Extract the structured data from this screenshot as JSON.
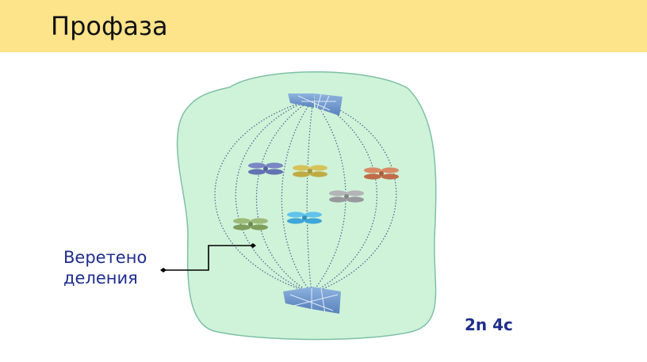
{
  "title": "Профаза",
  "spindle_label": {
    "line1": "Веретено",
    "line2": "деления"
  },
  "formula": "2n 4c",
  "colors": {
    "title_bar": "#fde38a",
    "cell_fill": "#cff3d8",
    "cell_border": "#7fbfa6",
    "centrosome": "#6b93c9",
    "spindle_fiber": "#556a9a",
    "label_text": "#1f2e8c"
  },
  "chromosomes": [
    {
      "name": "chromosome-blue-purple",
      "color": "#7b86c4"
    },
    {
      "name": "chromosome-yellow",
      "color": "#c9b44a"
    },
    {
      "name": "chromosome-orange",
      "color": "#cc7a56"
    },
    {
      "name": "chromosome-gray",
      "color": "#a3a3a8"
    },
    {
      "name": "chromosome-light-blue",
      "color": "#4fb7e5"
    },
    {
      "name": "chromosome-green",
      "color": "#8fae6a"
    }
  ]
}
